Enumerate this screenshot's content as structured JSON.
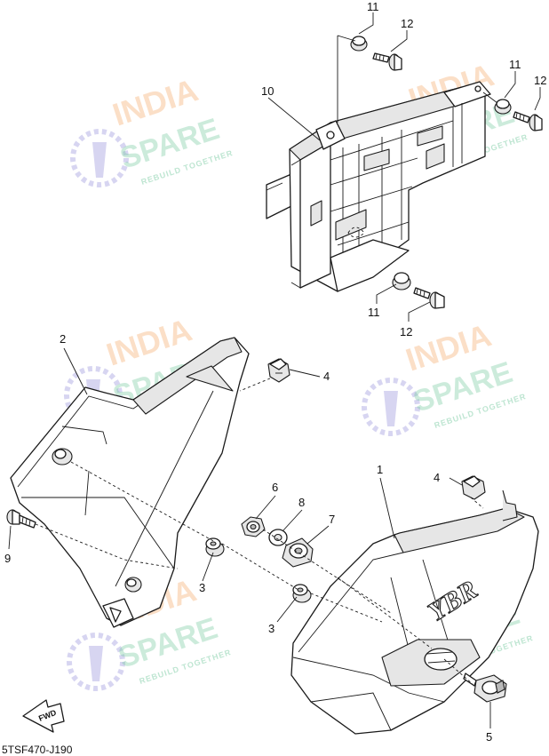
{
  "diagram": {
    "part_code": "5TSF470-J190",
    "forward_marker": "FWD",
    "emblem_text": "YBR",
    "colors": {
      "watermark_orange": "#f4a460",
      "watermark_green": "#6fc79a",
      "watermark_blue": "#8b87d8",
      "line": "#1a1a1a"
    },
    "watermark": {
      "line1": "INDIA",
      "line2": "SPARE",
      "tagline": "REBUILD TOGETHER",
      "icon": "wrench-gear-icon"
    },
    "callouts": {
      "c1": "1",
      "c2": "2",
      "c3a": "3",
      "c3b": "3",
      "c4a": "4",
      "c4b": "4",
      "c5": "5",
      "c6": "6",
      "c7": "7",
      "c8": "8",
      "c9": "9",
      "c10": "10",
      "c11a": "11",
      "c11b": "11",
      "c11c": "11",
      "c12a": "12",
      "c12b": "12",
      "c12c": "12"
    }
  }
}
